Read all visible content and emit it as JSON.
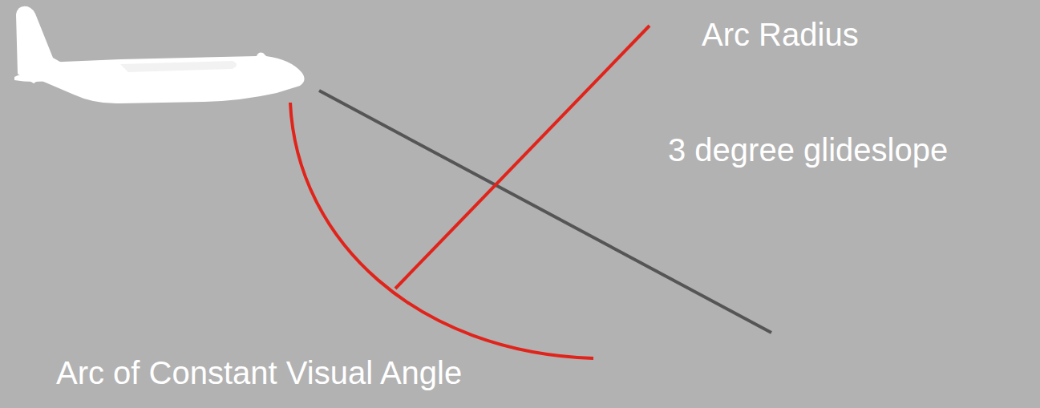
{
  "diagram": {
    "labels": [
      "Arc Radius",
      "3 degree glideslope",
      "Arc of Constant Visual Angle"
    ]
  }
}
